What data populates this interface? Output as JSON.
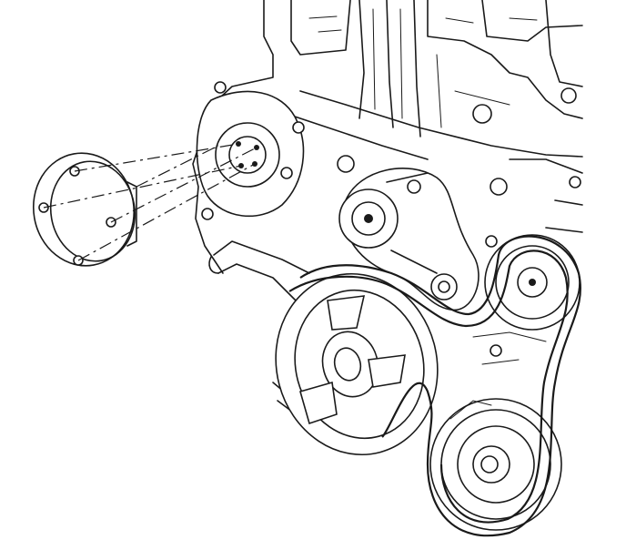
{
  "diagram": {
    "components": [
      {
        "id": "water-pump-pulley",
        "kind": "pulley-exploded"
      },
      {
        "id": "water-pump-hub",
        "kind": "hub"
      },
      {
        "id": "belt-tensioner",
        "kind": "tensioner"
      },
      {
        "id": "idler-pulley",
        "kind": "pulley"
      },
      {
        "id": "generator-pulley",
        "kind": "pulley"
      },
      {
        "id": "ac-compressor-pulley",
        "kind": "pulley"
      },
      {
        "id": "crankshaft-balancer",
        "kind": "pulley"
      },
      {
        "id": "drive-belt",
        "kind": "belt"
      }
    ],
    "style": {
      "line_color": "#1a1a1a",
      "background": "#ffffff"
    }
  }
}
